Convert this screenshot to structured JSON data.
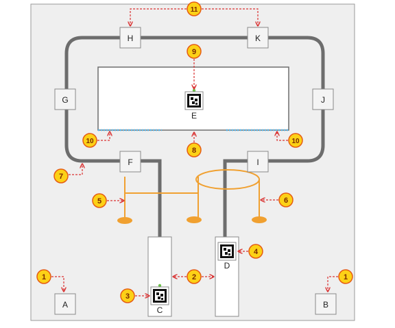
{
  "nodes": {
    "A": "A",
    "B": "B",
    "C": "C",
    "D": "D",
    "E": "E",
    "F": "F",
    "G": "G",
    "H": "H",
    "I": "I",
    "J": "J",
    "K": "K"
  },
  "markers": {
    "m1": "1",
    "m2": "2",
    "m3": "3",
    "m4": "4",
    "m5": "5",
    "m6": "6",
    "m7": "7",
    "m8": "8",
    "m9": "9",
    "m10": "10",
    "m11": "11"
  },
  "colors": {
    "background": "#efefef",
    "frame": "#9a9a9a",
    "track": "#6d6d6d",
    "marker_fill": "#fcd116",
    "marker_stroke": "#e55b13",
    "arrow": "#d93030",
    "fixture": "#f0a030",
    "ir_light": "#55b8ee"
  }
}
